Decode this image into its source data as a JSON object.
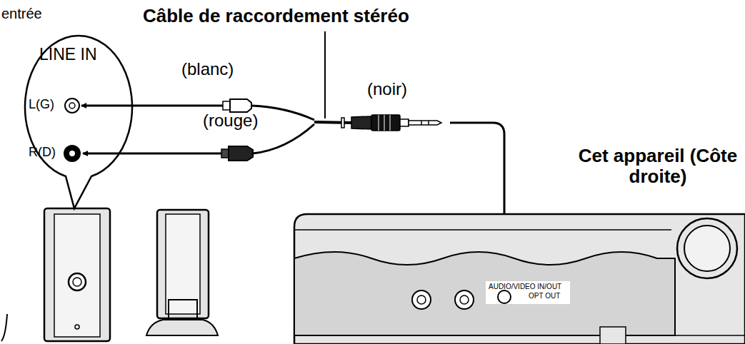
{
  "diagram": {
    "nodes": [
      {
        "text": [
          "LINE IN",
          "L(G)",
          "R(D)"
        ]
      },
      {
        "text": [
          "Cet appareil (Côte droite)",
          "AUDIO/VIDEO IN/OUT",
          "OPT OUT"
        ]
      }
    ],
    "labels": [
      "entrée",
      "Câble de raccordement stéréo",
      "(blanc)",
      "(rouge)",
      "(noir)"
    ]
  }
}
